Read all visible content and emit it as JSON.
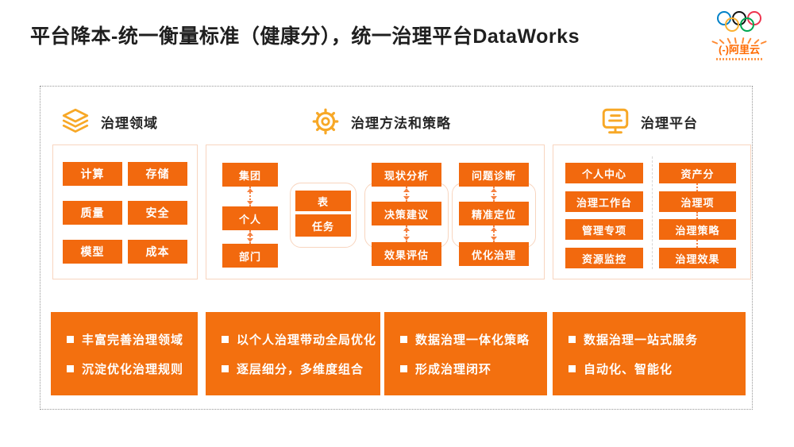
{
  "title": "平台降本-统一衡量标准（健康分），统一治理平台DataWorks",
  "logo": {
    "brand": "(-)阿里云"
  },
  "colors": {
    "accent_orange": "#F2690E",
    "icon_amber": "#F7A827",
    "brand_orange": "#FF6A00",
    "container_border": "#F8D5BF",
    "ring_blue": "#0081C8",
    "ring_black": "#111111",
    "ring_red": "#EE334E",
    "ring_yellow": "#FCB131",
    "ring_green": "#00A651"
  },
  "sections": [
    {
      "label": "治理领域",
      "icon": "layers-icon",
      "boxes": [
        "计算",
        "存储",
        "质量",
        "安全",
        "模型",
        "成本"
      ]
    },
    {
      "label": "治理方法和策略",
      "icon": "gear-icon",
      "org_chain": [
        "集团",
        "个人",
        "部门"
      ],
      "object_group": [
        "表",
        "任务"
      ],
      "chain_a": [
        "现状分析",
        "决策建议",
        "效果评估"
      ],
      "chain_b": [
        "问题诊断",
        "精准定位",
        "优化治理"
      ]
    },
    {
      "label": "治理平台",
      "icon": "monitor-icon",
      "left_column": [
        "个人中心",
        "治理工作台",
        "管理专项",
        "资源监控"
      ],
      "right_column": [
        "资产分",
        "治理项",
        "治理策略",
        "治理效果"
      ]
    }
  ],
  "summary_cards": [
    {
      "bullets": [
        "丰富完善治理领域",
        "沉淀优化治理规则"
      ]
    },
    {
      "bullets": [
        "以个人治理带动全局优化",
        "逐层细分，多维度组合"
      ]
    },
    {
      "bullets": [
        "数据治理一体化策略",
        "形成治理闭环"
      ]
    },
    {
      "bullets": [
        "数据治理一站式服务",
        "自动化、智能化"
      ]
    }
  ]
}
